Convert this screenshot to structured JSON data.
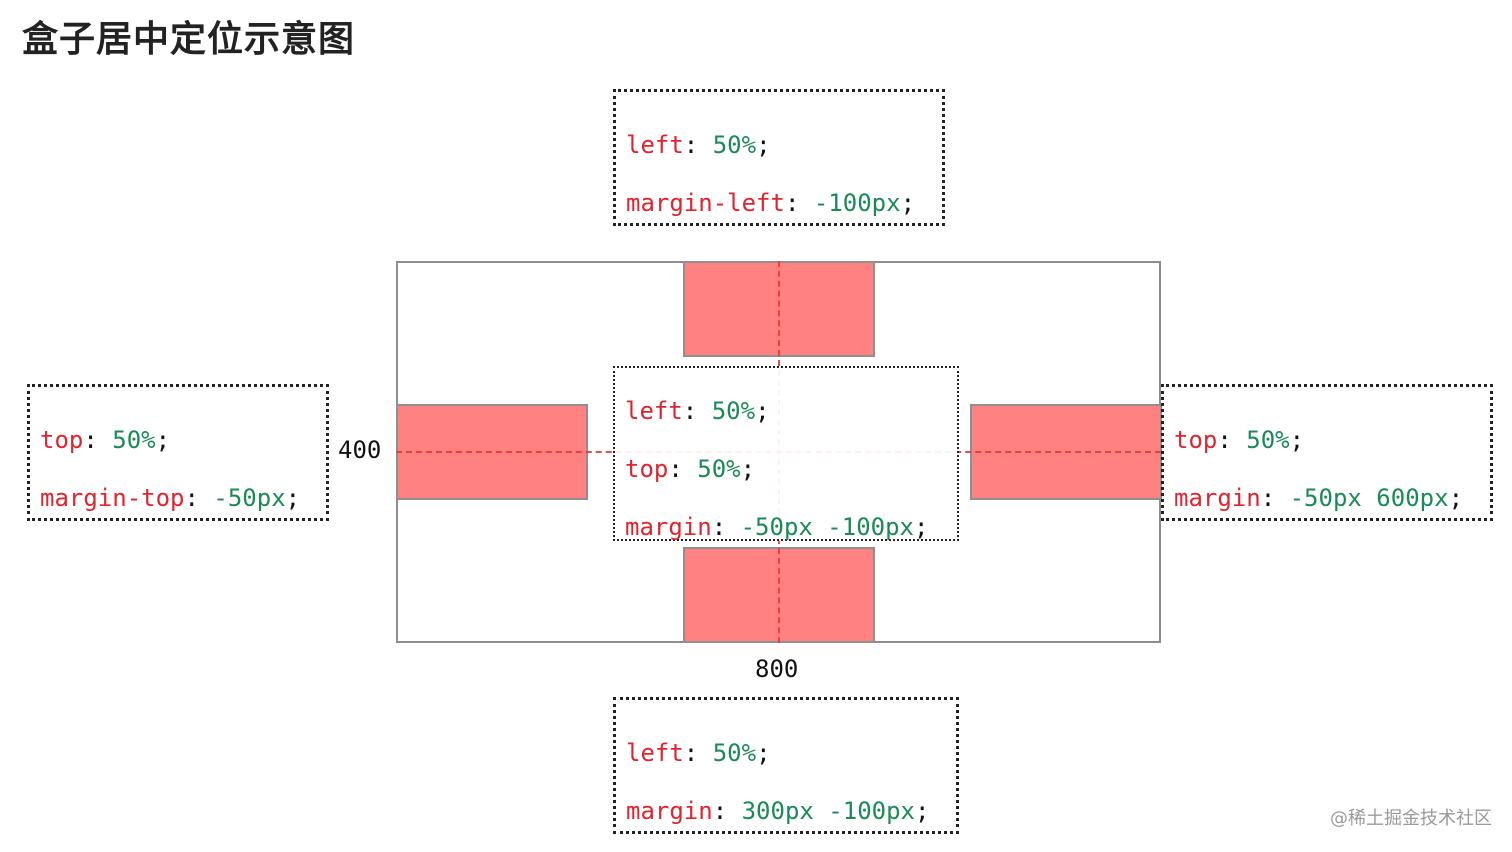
{
  "title": "盒子居中定位示意图",
  "dimensions": {
    "height_label": "400",
    "width_label": "800"
  },
  "code_boxes": {
    "top": {
      "lines": [
        {
          "prop": "left",
          "colon": ": ",
          "value": "50%",
          "semi": ";"
        },
        {
          "prop": "margin-left",
          "colon": ": ",
          "value": "-100px",
          "semi": ";"
        }
      ]
    },
    "center": {
      "lines": [
        {
          "prop": "left",
          "colon": ": ",
          "value": "50%",
          "semi": ";"
        },
        {
          "prop": "top",
          "colon": ": ",
          "value": "50%",
          "semi": ";"
        },
        {
          "prop": "margin",
          "colon": ": ",
          "value": "-50px -100px",
          "semi": ";"
        }
      ]
    },
    "left": {
      "lines": [
        {
          "prop": "top",
          "colon": ": ",
          "value": "50%",
          "semi": ";"
        },
        {
          "prop": "margin-top",
          "colon": ": ",
          "value": "-50px",
          "semi": ";"
        }
      ]
    },
    "right": {
      "lines": [
        {
          "prop": "top",
          "colon": ": ",
          "value": "50%",
          "semi": ";"
        },
        {
          "prop": "margin",
          "colon": ": ",
          "value": "-50px 600px",
          "semi": ";"
        }
      ]
    },
    "bottom": {
      "lines": [
        {
          "prop": "left",
          "colon": ": ",
          "value": "50%",
          "semi": ";"
        },
        {
          "prop": "margin",
          "colon": ": ",
          "value": "300px -100px",
          "semi": ";"
        }
      ]
    }
  },
  "watermark": "@稀土掘金技术社区",
  "colors": {
    "box_fill": "#ff8181",
    "property": "#e0242f",
    "value": "#1a8a57",
    "guide_line": "#e83838"
  }
}
